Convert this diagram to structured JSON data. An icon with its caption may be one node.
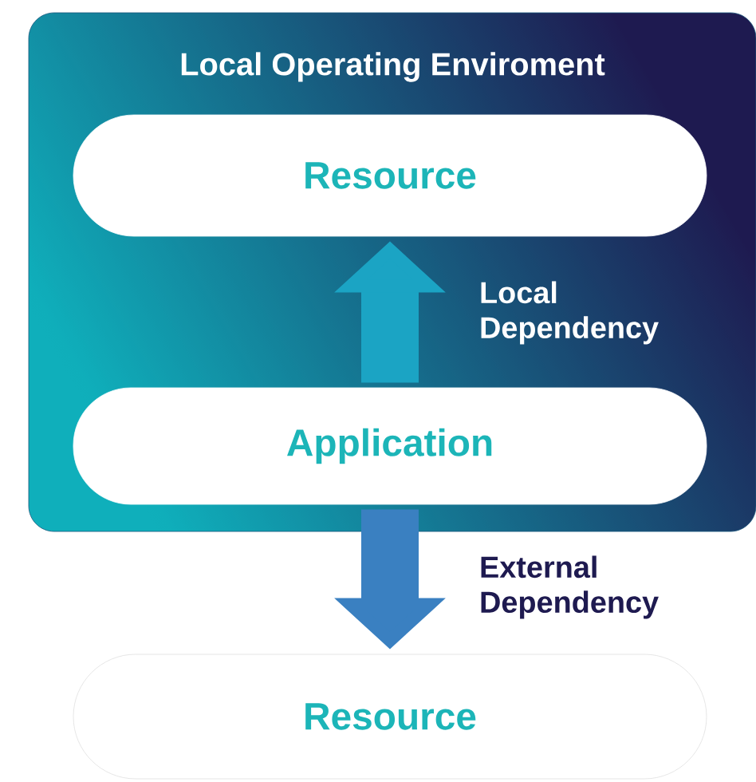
{
  "diagram": {
    "nodes": [
      {
        "text": [
          "Local Operating Enviroment"
        ]
      },
      {
        "text": [
          "Resource"
        ],
        "in": 0
      },
      {
        "text": [
          "Application"
        ],
        "in": 0
      },
      {
        "text": [
          "Resource"
        ]
      }
    ],
    "edges": [
      {
        "from": 2,
        "to": 1,
        "arrow": "to",
        "label": "Local Dependency",
        "color": "#1ba4c4"
      },
      {
        "from": 2,
        "to": 3,
        "arrow": "to",
        "label": "External Dependency",
        "color": "#3a80c1"
      }
    ]
  }
}
